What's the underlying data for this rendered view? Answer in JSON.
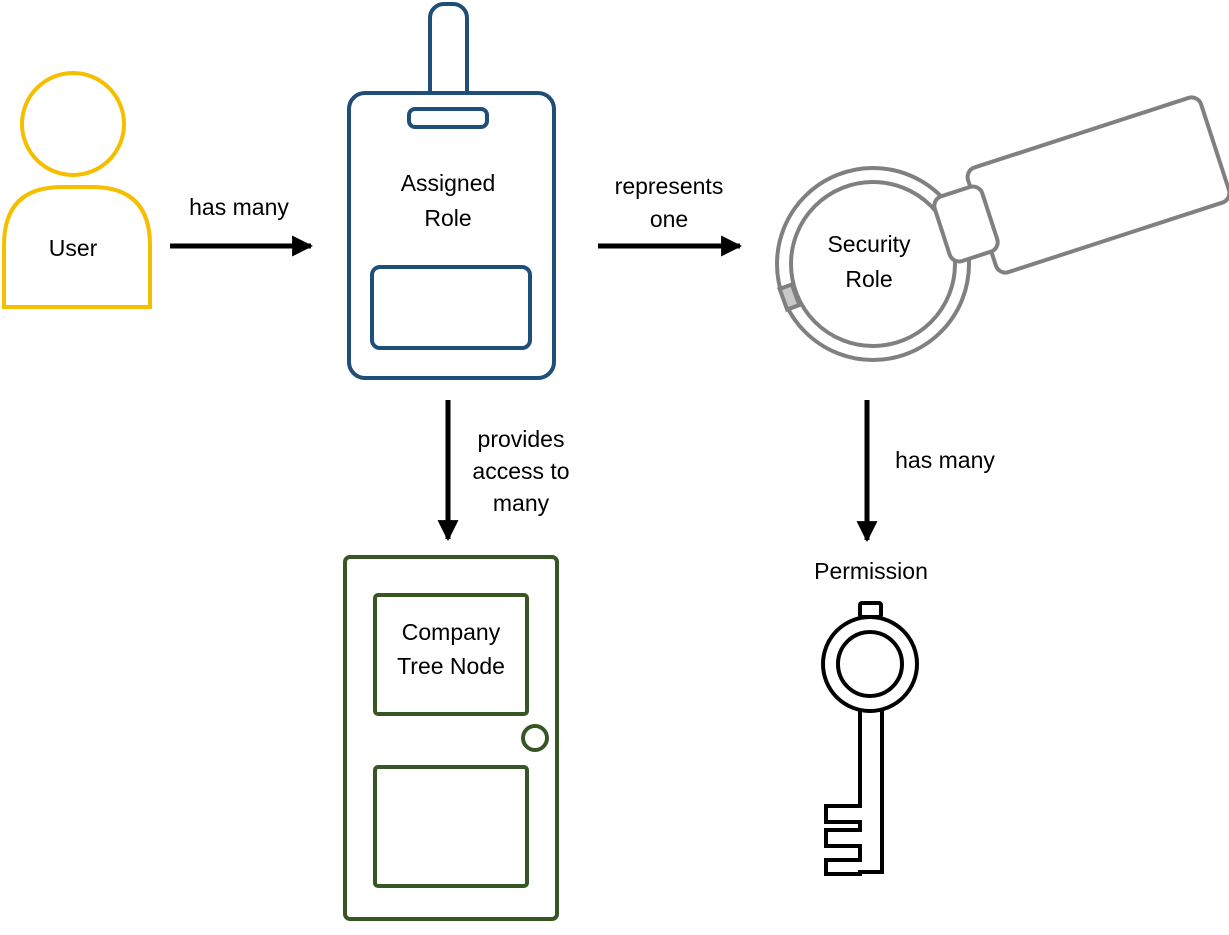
{
  "colors": {
    "user": "#F5BF00",
    "assigned_role": "#1F4E79",
    "security_role": "#808080",
    "company_tree_node": "#375623",
    "permission": "#000000",
    "arrow": "#000000"
  },
  "entities": {
    "user": {
      "label": "User",
      "icon": "person-icon"
    },
    "assigned_role": {
      "line1": "Assigned",
      "line2": "Role",
      "icon": "badge-icon"
    },
    "security_role": {
      "line1": "Security",
      "line2": "Role",
      "icon": "tag-icon"
    },
    "company_tree_node": {
      "line1": "Company",
      "line2": "Tree Node",
      "icon": "door-icon"
    },
    "permission": {
      "label": "Permission",
      "icon": "key-icon"
    }
  },
  "relations": {
    "user_assigned": {
      "label": "has many"
    },
    "assigned_security": {
      "line1": "represents",
      "line2": "one"
    },
    "assigned_node": {
      "line1": "provides",
      "line2": "access to",
      "line3": "many"
    },
    "security_permission": {
      "label": "has many"
    }
  }
}
